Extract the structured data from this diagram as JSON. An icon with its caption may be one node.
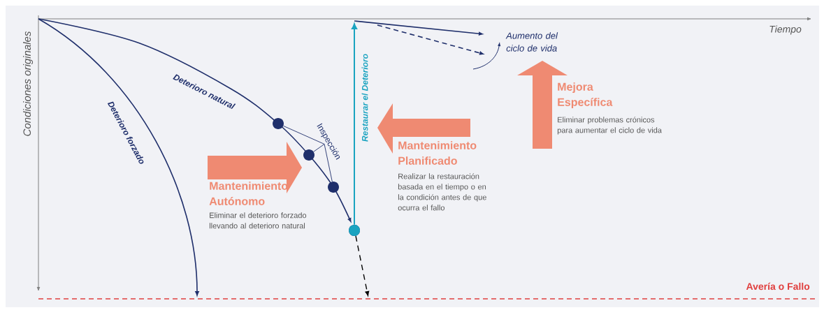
{
  "diagram": {
    "nodes": [
      {
        "text": [
          "Inspección"
        ]
      },
      {
        "text": [],
        "shape": "circle"
      },
      {
        "text": [],
        "shape": "circle"
      },
      {
        "text": [],
        "shape": "circle"
      },
      {
        "text": [],
        "shape": "circle"
      }
    ],
    "edges": [
      {
        "from": 0,
        "to": 1,
        "arrow": "none"
      },
      {
        "from": 0,
        "to": 2,
        "arrow": "none"
      },
      {
        "from": 0,
        "to": 3,
        "arrow": "none"
      },
      {
        "from": 4,
        "to": null,
        "arrow": "to",
        "label": "Restaurar el Deterioro",
        "color": "#1aa3c0"
      }
    ],
    "labels": [
      "Condiciones originales",
      "Tiempo",
      "Aumento del ciclo de vida",
      "Deterioro natural",
      "Deterioro forzado",
      "Mejora Específica",
      "Eliminar problemas crónicos para aumentar el ciclo de vida",
      "Mantenimiento Planificado",
      "Realizar la restauración basada en el tiempo o en la condición antes de que ocurra el fallo",
      "Mantenimiento Autónomo",
      "Eliminar el deterioro forzado llevando al deterioro natural",
      "Avería o Fallo"
    ]
  }
}
